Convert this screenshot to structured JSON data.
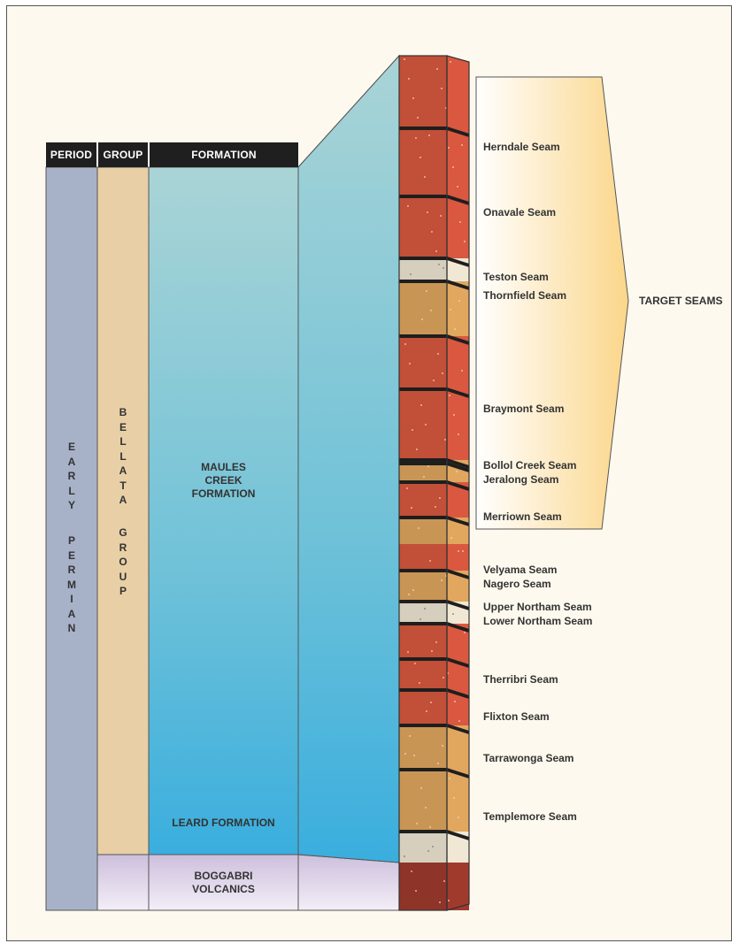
{
  "headers": {
    "period": "PERIOD",
    "group": "GROUP",
    "formation": "FORMATION"
  },
  "period": {
    "label": "EARLY PERMIAN",
    "letters_line1": "EARLY",
    "letters_line2": "PERMIAN"
  },
  "group": {
    "label": "BELLATA GROUP",
    "letters_line1": "BELLATA",
    "letters_line2": "GROUP"
  },
  "formations": {
    "maules_creek": "MAULES CREEK FORMATION",
    "maules_line1": "MAULES",
    "maules_line2": "CREEK",
    "maules_line3": "FORMATION",
    "leard": "LEARD FORMATION",
    "boggabri_line1": "BOGGABRI",
    "boggabri_line2": "VOLCANICS"
  },
  "seams": [
    "Herndale Seam",
    "Onavale Seam",
    "Teston Seam",
    "Thornfield Seam",
    "Braymont Seam",
    "Bollol Creek Seam",
    "Jeralong Seam",
    "Merriown Seam",
    "Velyama Seam",
    "Nagero Seam",
    "Upper Northam Seam",
    "Lower Northam Seam",
    "Therribri Seam",
    "Flixton Seam",
    "Tarrawonga Seam",
    "Templemore Seam"
  ],
  "target_label": "TARGET SEAMS",
  "colors": {
    "period_fill": "#a7b2c8",
    "group_fill": "#e8cfa6",
    "formation_top": "#a8d3d6",
    "formation_bottom": "#3aaede",
    "volcanics_fill": "#dcd3e6",
    "sandstone_red": "#c24f38",
    "sandstone_tan": "#c99555",
    "siltstone_grey": "#d6cfbd",
    "coal": "#1e1e1e",
    "volcanic_red": "#8e3428",
    "target_gradient_start": "#ffffff",
    "target_gradient_end": "#fbd98a",
    "header_black": "#1f1f1f"
  }
}
